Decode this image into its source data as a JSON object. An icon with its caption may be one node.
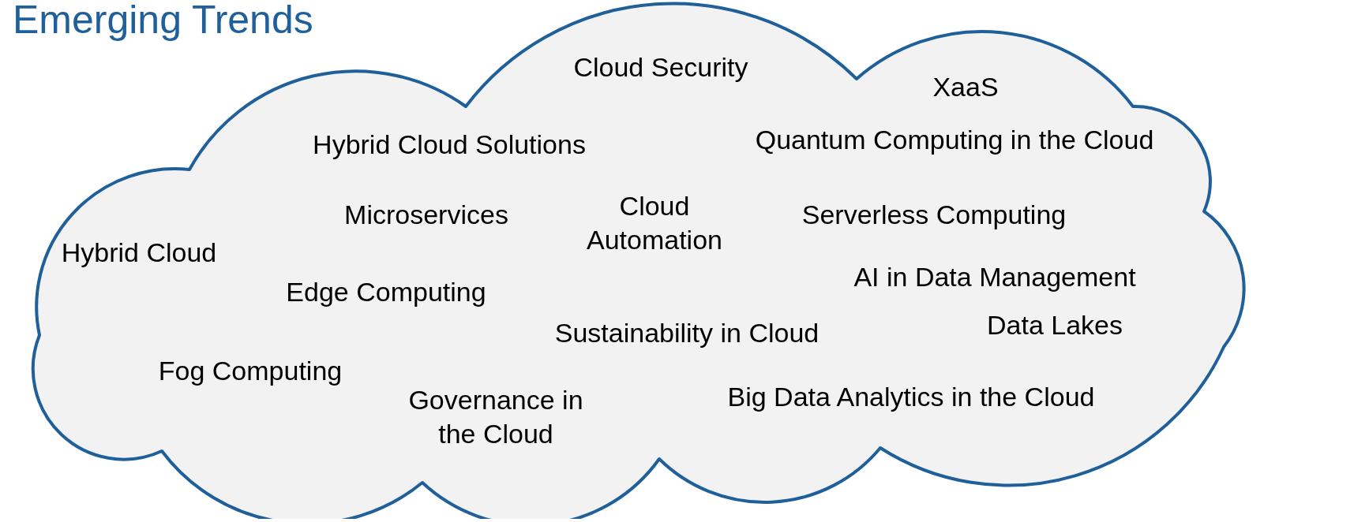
{
  "diagram": {
    "title": "Emerging Trends",
    "nodes": [
      {
        "text": [
          "Cloud Security",
          "XaaS",
          "Hybrid Cloud Solutions",
          "Quantum Computing in the Cloud",
          "Microservices",
          "Cloud Automation",
          "Serverless Computing",
          "Hybrid Cloud",
          "Edge Computing",
          "AI in Data Management",
          "Sustainability in Cloud",
          "Data Lakes",
          "Fog Computing",
          "Governance in the Cloud",
          "Big Data Analytics in the Cloud"
        ]
      }
    ]
  }
}
